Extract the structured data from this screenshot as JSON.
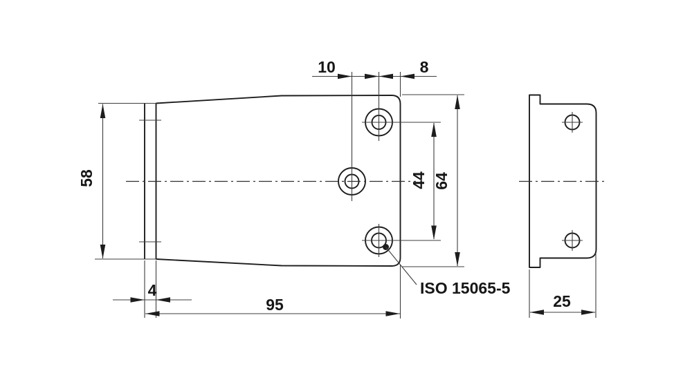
{
  "drawing": {
    "note_label": "ISO 15065-5",
    "front_view": {
      "dim_flange_thickness": "4",
      "dim_overall_width": "95",
      "dim_left_height": "58",
      "dim_hole_offset": "10",
      "dim_hole_to_edge": "8",
      "dim_hole_spacing": "44",
      "dim_right_height": "64"
    },
    "side_view": {
      "dim_depth": "25"
    },
    "colors": {
      "line": "#1d1d1d",
      "background": "#ffffff"
    }
  }
}
